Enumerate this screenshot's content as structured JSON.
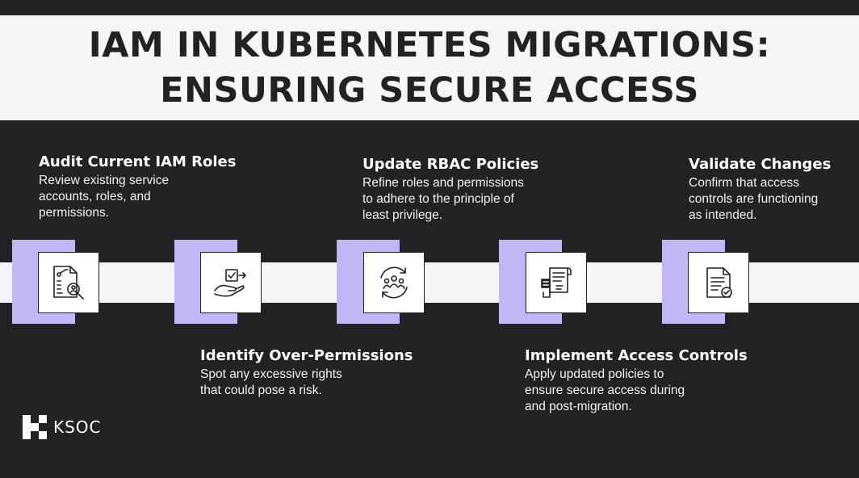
{
  "header": {
    "title_line1": "IAM IN KUBERNETES MIGRATIONS:",
    "title_line2": "ENSURING SECURE ACCESS"
  },
  "steps": [
    {
      "title": "Audit Current IAM Roles",
      "desc": [
        "Review existing service",
        "accounts, roles, and",
        "permissions."
      ],
      "icon": "document-audit-magnifier-icon"
    },
    {
      "title": "Identify Over-Permissions",
      "desc": [
        "Spot any excessive rights",
        "that could pose a risk."
      ],
      "icon": "hand-checklist-icon"
    },
    {
      "title": "Update RBAC Policies",
      "desc": [
        "Refine roles and permissions",
        "to adhere to the principle of",
        "least privilege."
      ],
      "icon": "users-refresh-icon"
    },
    {
      "title": "Implement Access Controls",
      "desc": [
        "Apply updated policies to",
        "ensure secure access during",
        "and post-migration."
      ],
      "icon": "policy-scroll-hand-icon"
    },
    {
      "title": "Validate Changes",
      "desc": [
        "Confirm that access",
        "controls are functioning",
        "as intended."
      ],
      "icon": "document-check-icon"
    }
  ],
  "brand": {
    "name": "KSOC",
    "icon": "ksoc-logo-icon"
  },
  "colors": {
    "background": "#232123",
    "band": "#f6f5f7",
    "accent": "#c3b6f7",
    "text_light": "#ffffff"
  }
}
